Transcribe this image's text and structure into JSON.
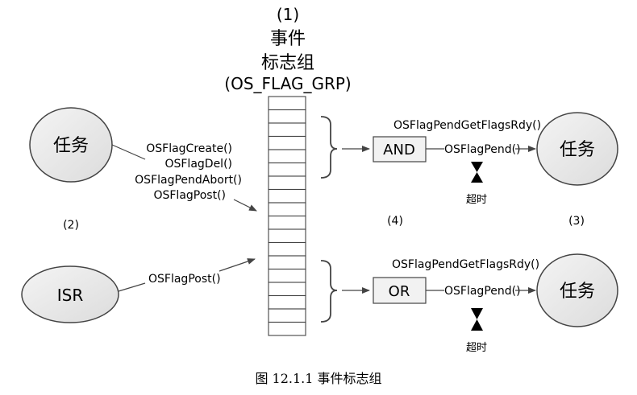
{
  "group": {
    "number": "(1)",
    "title_line1": "事件",
    "title_line2": "标志组",
    "code": "(OS_FLAG_GRP)"
  },
  "task_left": {
    "label": "任务",
    "number": "(2)"
  },
  "isr": {
    "label": "ISR"
  },
  "task_calls": [
    "OSFlagCreate()",
    "OSFlagDel()",
    "OSFlagPendAbort()",
    "OSFlagPost()"
  ],
  "isr_call": "OSFlagPost()",
  "and_path": {
    "gate": "AND",
    "rdy_call": "OSFlagPendGetFlagsRdy()",
    "pend_call": "OSFlagPend()",
    "timeout": "超时",
    "task": "任务"
  },
  "or_path": {
    "gate": "OR",
    "rdy_call": "OSFlagPendGetFlagsRdy()",
    "pend_call": "OSFlagPend()",
    "timeout": "超时",
    "task": "任务"
  },
  "number_4": "(4)",
  "number_3": "(3)",
  "caption": "图 12.1.1  事件标志组",
  "colors": {
    "circle_fill": "#e8e8e8",
    "box_fill": "#f2f2f2",
    "stroke": "#444444"
  }
}
